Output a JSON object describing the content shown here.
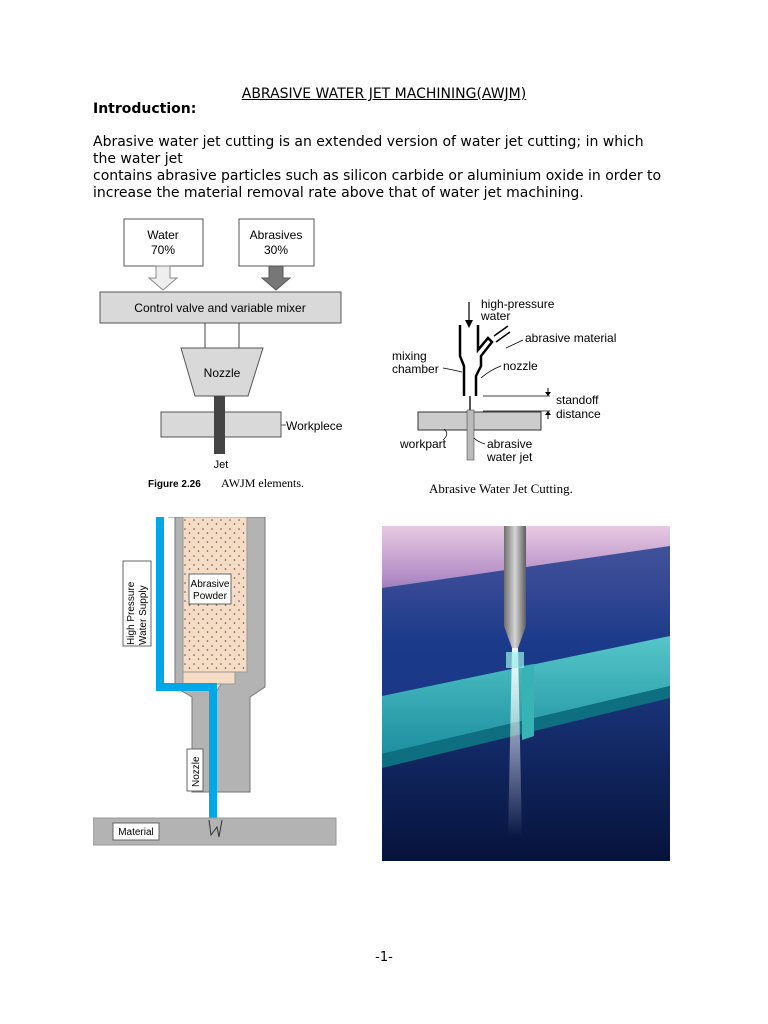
{
  "doc": {
    "title": "ABRASIVE WATER JET MACHINING(AWJM)",
    "intro_heading": "Introduction:",
    "paragraph_lines": [
      "Abrasive water jet cutting is an extended version of water jet cutting; in which",
      "the water jet",
      "contains abrasive particles such as silicon carbide or aluminium oxide in order to",
      "increase the material removal rate above that of water jet machining."
    ],
    "page_number": "-1-"
  },
  "fig1": {
    "water_label": "Water",
    "water_pct": "70%",
    "abrasives_label": "Abrasives",
    "abrasives_pct": "30%",
    "mixer_label": "Control valve and variable mixer",
    "nozzle_label": "Nozzle",
    "workpiece_label": "Workplece",
    "jet_label": "Jet",
    "caption_num": "Figure 2.26",
    "caption_text": "AWJM elements."
  },
  "fig2": {
    "hp_water_1": "high-pressure",
    "hp_water_2": "water",
    "abrasive_material": "abrasive material",
    "mixing_1": "mixing",
    "mixing_2": "chamber",
    "nozzle": "nozzle",
    "standoff_1": "standoff",
    "standoff_2": "distance",
    "workpart": "workpart",
    "abrasive_jet_1": "abrasive",
    "abrasive_jet_2": "water jet",
    "caption": "Abrasive Water Jet Cutting."
  },
  "fig3": {
    "supply_1": "High Pressure",
    "supply_2": "Water Supply",
    "powder_1": "Abrasive",
    "powder_2": "Powder",
    "nozzle": "Nozzle",
    "material": "Material"
  },
  "colors": {
    "water_blue": "#00a8e8",
    "box_gray": "#d9d9d9",
    "powder_bg": "#f6dcc5"
  }
}
